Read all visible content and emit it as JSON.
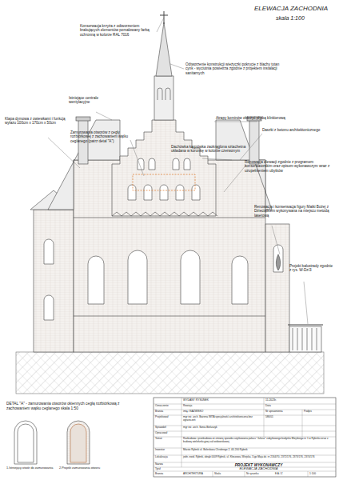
{
  "diagram": {
    "title": "ELEWACJA ZACHODNIA",
    "labels": [
      "skala 1:100",
      "Konserwacja krzyża z odtworzeniem brakujących elementów pomalowany farbą ochronną w kolorze RAL 7016",
      "Odtworzenie konstrukcji wieżyczki pokrycie z blachy tytan cynk - wyciutnia powietrza zgodnie z projektem instalacji sanitarnych",
      "Istniejące centrale wentylacyjne",
      "Klapa dymowa z owiewkami i funkcją wyłazu 100cm x 170cm x 50cm",
      "Zamurowania otworów z cegły rozbiórkowej z zachowaniem wątku ceglanego (patrz detal \"A\")",
      "Atrapy kominów obłożyć płytką klinkierową",
      "Daszki z betonu architektonicznego",
      "Dachówka karpiówka zaokrąglona sztachetna układana w koronkę w kolorze czerwonym",
      "Renowacja elewacji zgodnie z programem konserwatorskim oraz opisem wykonawczym wraz z uzupełnieniem ubytków",
      "Renowacja i konserwacja figury Matki Bożej z Dzieciątkiem wykonywana na miejscu metodą laserową",
      "Projekt balustrady zgodnie z rys. W-Dz/3",
      "DETAL \"A\" - zamurowania otworów okiennych cegłą rozbiórkową z zachowaniem wątku ceglanego skala 1:50",
      "1.Istniejący otwór do zamurowania",
      "2.Projekt zamurowania otworu",
      "WYDANY RYSUNEK",
      "11.2023r.",
      "Oznaczenie",
      "Rewizja",
      "Data",
      "Branża",
      "imię i NAZWISKO",
      "Nr uprawnienia",
      "Podpis",
      "Projektował",
      "mgr inż. arch. Bożena WITA specjalność architektoniczna bez ograniczeń",
      "586/01",
      "Sprawdził",
      "mgr inż. arch. Sonia Bieluszyk",
      "Opracował",
      "Temat",
      "Rozbudowa i przebudowa ze zmianą sposobu użytkowania pałacu \"Juliusz\" zabytkowego budynku Miejskiego nr 1 w Rybniku wraz z budową wielofunkcyjnej sali widowiskowej",
      "Inwestor",
      "Miasto Rybnik ul. Bolesława Chrobrego 2, 44-200 Rybnik",
      "Lokalizacja",
      "jedn. ewid. Rybnik, obręb 0009 Rybnik, ul. Kłoszowa, Wiejska, 3-go Maja dz. nr 2164/70, 2372/176, 2373/176, 2374/176",
      "Nazwa",
      "PROJEKT WYKONAWCZY",
      "Tytuł",
      "ELEWACJA ZACHODNIA",
      "Branża",
      "ARCHITEKTURA",
      "Skala",
      "1:100",
      "Nr rysunku",
      "E A / Z"
    ]
  }
}
